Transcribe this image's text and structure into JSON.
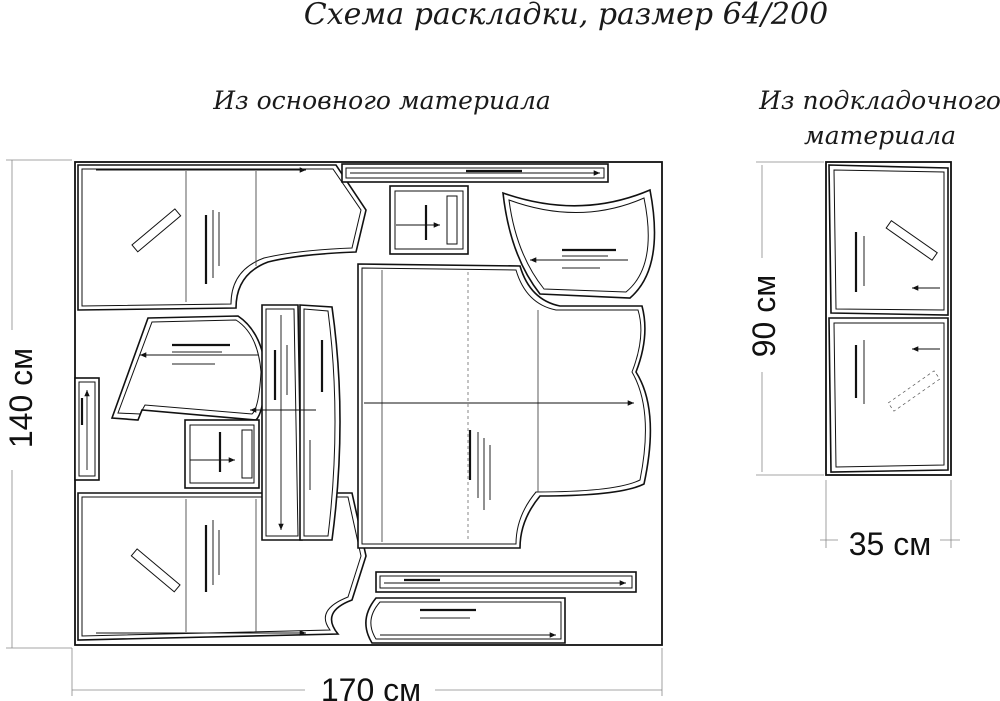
{
  "title": "Схема раскладки, размер 64/200",
  "main_fabric": {
    "label": "Из основного материала",
    "width_label": "170 см",
    "height_label": "140 см"
  },
  "lining": {
    "label_line1": "Из подкладочного",
    "label_line2": "материала",
    "width_label": "35 см",
    "height_label": "90 см"
  }
}
